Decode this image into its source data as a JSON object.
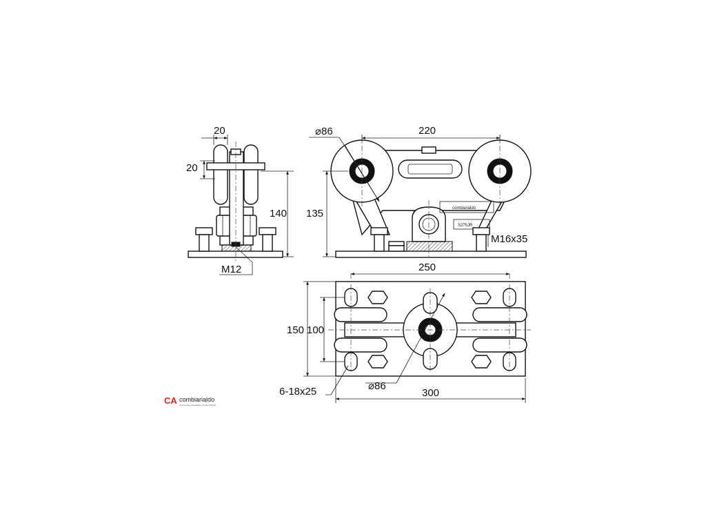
{
  "side_view": {
    "dim_wheel_width": "20",
    "dim_groove": "20",
    "dim_height": "140",
    "dim_bolt": "M12"
  },
  "front_view": {
    "dim_wheel_diameter": "⌀86",
    "dim_wheel_centers": "220",
    "dim_axle_height": "135",
    "dim_bolt": "M16x35",
    "plate_brand_text": "combiarialdo",
    "model_code": "S275JR"
  },
  "plan_view": {
    "dim_slot_spacing": "250",
    "dim_plate_depth": "150",
    "dim_slot_depth": "100",
    "dim_slots": "6-18x25",
    "dim_center_diameter": "⌀86",
    "dim_plate_length": "300"
  },
  "logo": {
    "mark": "CA",
    "name": "combiarialdo",
    "tagline": "accessories & hardware for steel fittings",
    "color": "#e2231a"
  }
}
